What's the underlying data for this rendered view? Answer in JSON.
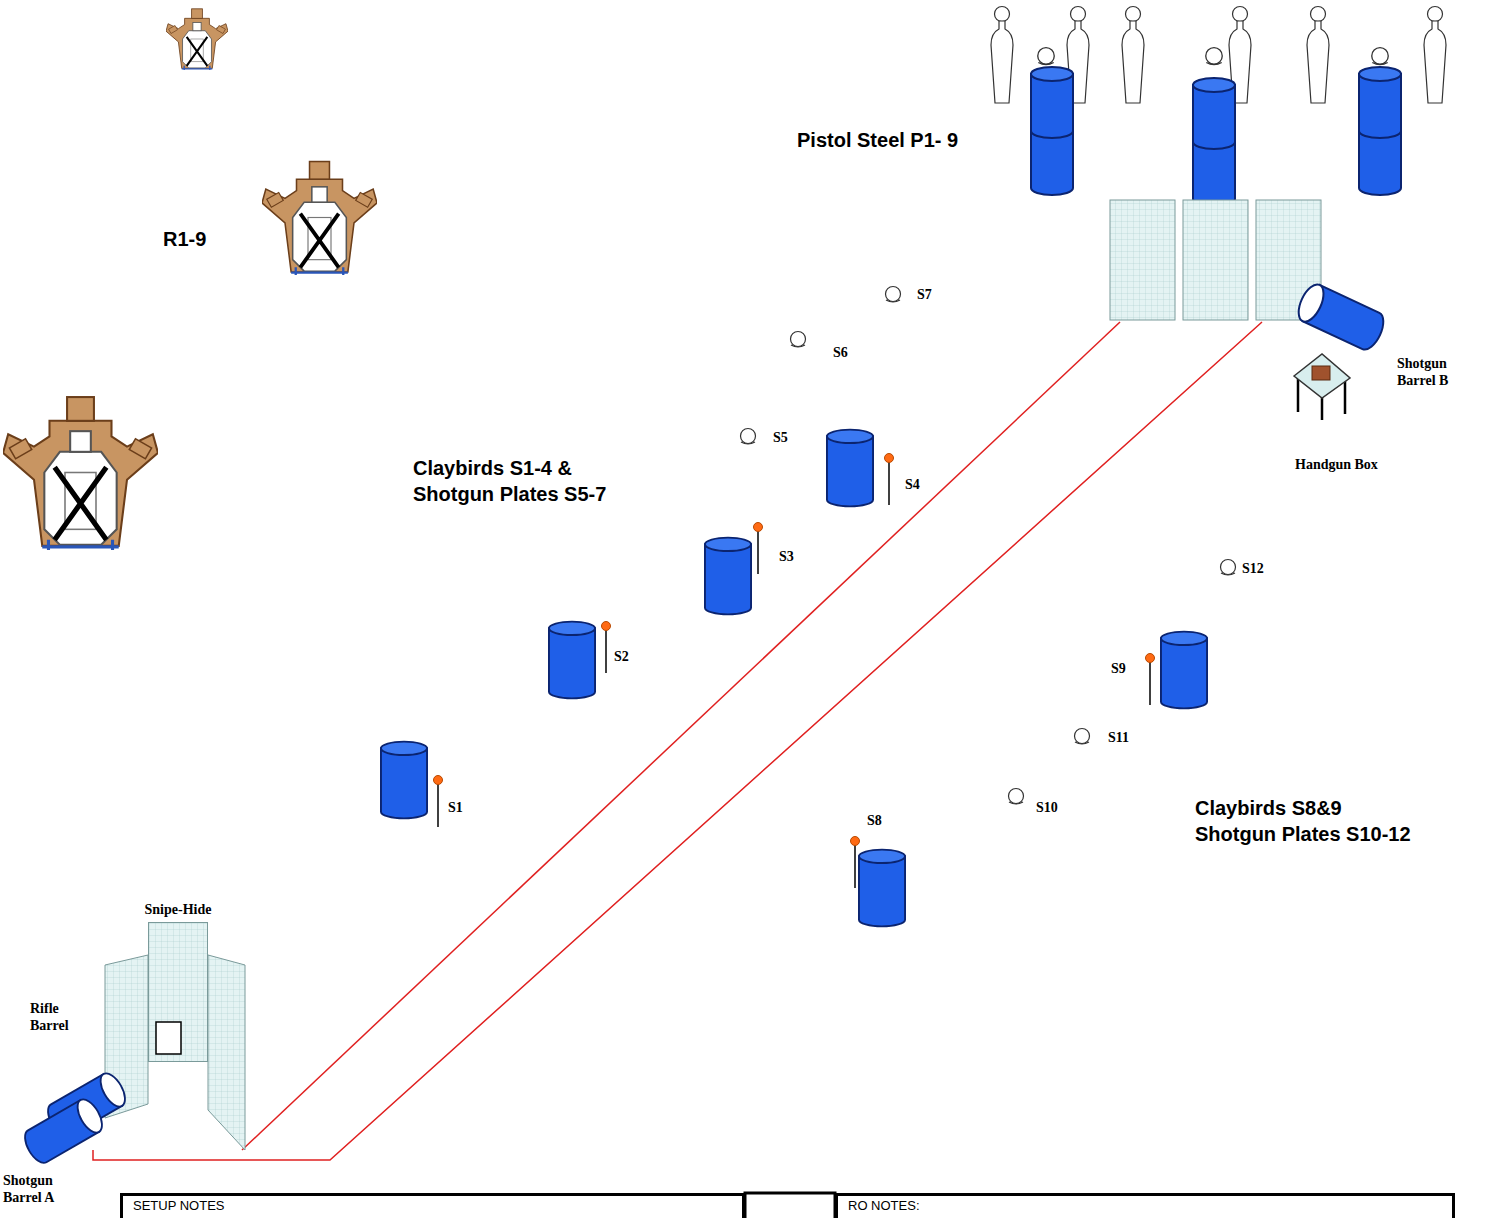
{
  "diagram": {
    "nodes": [
      {
        "text": [
          "Snipe-Hide"
        ]
      },
      {
        "text": [
          "SETUP NOTES"
        ]
      },
      {
        "text": [
          "RO NOTES:"
        ]
      }
    ],
    "labels": [
      "R1-9",
      "Pistol Steel P1- 9",
      "Claybirds S1-4 & Shotgun Plates S5-7",
      "S7",
      "S6",
      "S5",
      "S4",
      "S3",
      "S2",
      "S1",
      "Shotgun Barrel B",
      "Handgun Box",
      "S12",
      "S9",
      "S11",
      "S10",
      "Claybirds S8&9 Shotgun Plates S10-12",
      "S8",
      "Rifle Barrel",
      "Shotgun Barrel A"
    ]
  }
}
